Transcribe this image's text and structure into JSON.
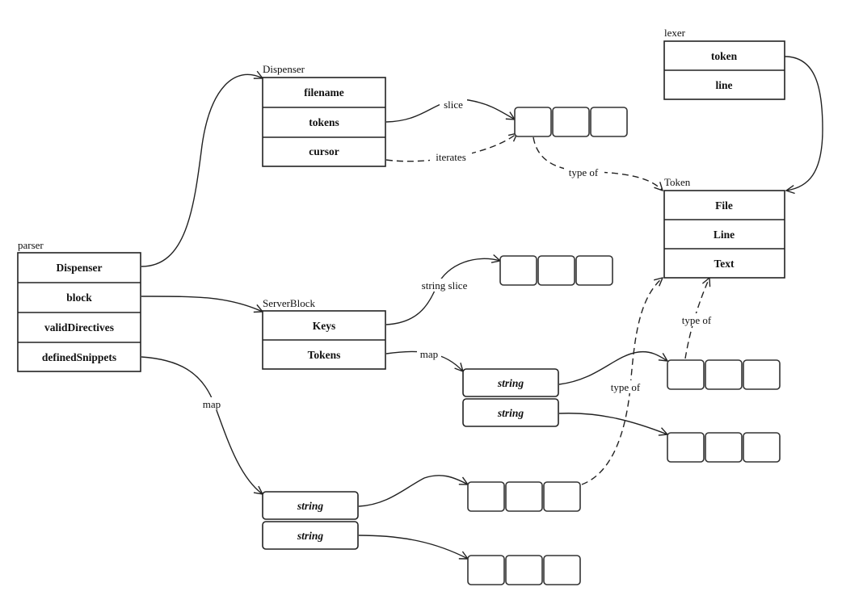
{
  "structs": {
    "parser": {
      "caption": "parser",
      "fields": [
        "Dispenser",
        "block",
        "validDirectives",
        "definedSnippets"
      ]
    },
    "dispenser": {
      "caption": "Dispenser",
      "fields": [
        "filename",
        "tokens",
        "cursor"
      ]
    },
    "server_block": {
      "caption": "ServerBlock",
      "fields": [
        "Keys",
        "Tokens"
      ]
    },
    "token": {
      "caption": "Token",
      "fields": [
        "File",
        "Line",
        "Text"
      ]
    },
    "lexer": {
      "caption": "lexer",
      "fields": [
        "token",
        "line"
      ]
    },
    "tokens_map": {
      "caption": "",
      "fields": [
        "string",
        "string"
      ]
    },
    "snippets_map": {
      "caption": "",
      "fields": [
        "string",
        "string"
      ]
    }
  },
  "edge_labels": {
    "slice": "slice",
    "iterates": "iterates",
    "type_of": "type of",
    "string_slice": "string slice",
    "map": "map"
  }
}
